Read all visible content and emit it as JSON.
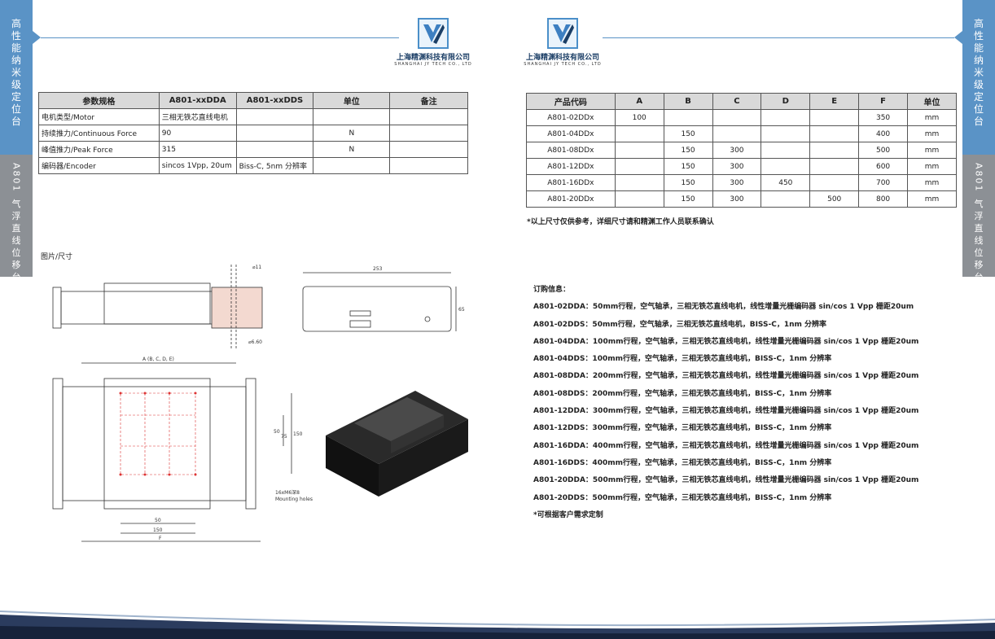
{
  "side_left": {
    "top_label": [
      "高",
      "性",
      "能",
      "纳",
      "米",
      "级",
      "定",
      "位",
      "台"
    ],
    "model": "A801",
    "name": [
      "气",
      "浮",
      "直",
      "线",
      "位",
      "移",
      "台"
    ]
  },
  "side_right": {
    "top_label": [
      "高",
      "性",
      "能",
      "纳",
      "米",
      "级",
      "定",
      "位",
      "台"
    ],
    "model": "A801",
    "name": [
      "气",
      "浮",
      "直",
      "线",
      "位",
      "移",
      "台"
    ]
  },
  "logo": {
    "cn": "上海精渊科技有限公司",
    "en": "SHANGHAI JY TECH CO., LTD"
  },
  "spec_table": {
    "headers": [
      "参数规格",
      "A801-xxDDA",
      "A801-xxDDS",
      "单位",
      "备注"
    ],
    "rows": [
      {
        "param": "电机类型/Motor",
        "dda": "三相无铁芯直线电机",
        "dds": "",
        "unit": "",
        "note": ""
      },
      {
        "param": "持续推力/Continuous Force",
        "dda": "90",
        "dds": "",
        "unit": "N",
        "note": ""
      },
      {
        "param": "峰值推力/Peak Force",
        "dda": "315",
        "dds": "",
        "unit": "N",
        "note": ""
      },
      {
        "param": "编码器/Encoder",
        "dda": "sincos 1Vpp, 20um",
        "dds": "Biss-C, 5nm 分辨率",
        "unit": "",
        "note": ""
      }
    ]
  },
  "figure_caption": "图片/尺寸",
  "drawing_labels": {
    "d11": "⌀11",
    "d660": "⌀6.60",
    "w253": "253",
    "h65": "65",
    "abcde": "A (B, C, D, E)",
    "l50": "50",
    "l150": "150",
    "lF": "F",
    "v50": "50",
    "v75": "75",
    "v150": "150",
    "holes": "16xM6深8",
    "holes2": "Mounting holes"
  },
  "product_table": {
    "headers": [
      "产品代码",
      "A",
      "B",
      "C",
      "D",
      "E",
      "F",
      "单位"
    ],
    "rows": [
      [
        "A801-02DDx",
        "100",
        "",
        "",
        "",
        "",
        "350",
        "mm"
      ],
      [
        "A801-04DDx",
        "",
        "150",
        "",
        "",
        "",
        "400",
        "mm"
      ],
      [
        "A801-08DDx",
        "",
        "150",
        "300",
        "",
        "",
        "500",
        "mm"
      ],
      [
        "A801-12DDx",
        "",
        "150",
        "300",
        "",
        "",
        "600",
        "mm"
      ],
      [
        "A801-16DDx",
        "",
        "150",
        "300",
        "450",
        "",
        "700",
        "mm"
      ],
      [
        "A801-20DDx",
        "",
        "150",
        "300",
        "",
        "500",
        "800",
        "mm"
      ]
    ],
    "note": "*以上尺寸仅供参考，详细尺寸请和精渊工作人员联系确认"
  },
  "order_info": {
    "title": "订购信息：",
    "lines": [
      "A801-02DDA：50mm行程，空气轴承，三相无铁芯直线电机，线性增量光栅编码器 sin/cos 1 Vpp 栅距20um",
      "A801-02DDS：50mm行程，空气轴承，三相无铁芯直线电机，BISS-C，1nm 分辨率",
      "A801-04DDA：100mm行程，空气轴承，三相无铁芯直线电机，线性增量光栅编码器 sin/cos 1 Vpp 栅距20um",
      "A801-04DDS：100mm行程，空气轴承，三相无铁芯直线电机，BISS-C，1nm 分辨率",
      "A801-08DDA：200mm行程，空气轴承，三相无铁芯直线电机，线性增量光栅编码器 sin/cos 1 Vpp 栅距20um",
      "A801-08DDS：200mm行程，空气轴承，三相无铁芯直线电机，BISS-C，1nm 分辨率",
      "A801-12DDA：300mm行程，空气轴承，三相无铁芯直线电机，线性增量光栅编码器 sin/cos 1 Vpp 栅距20um",
      "A801-12DDS：300mm行程，空气轴承，三相无铁芯直线电机，BISS-C，1nm 分辨率",
      "A801-16DDA：400mm行程，空气轴承，三相无铁芯直线电机，线性增量光栅编码器 sin/cos 1 Vpp 栅距20um",
      "A801-16DDS：400mm行程，空气轴承，三相无铁芯直线电机，BISS-C，1nm 分辨率",
      "A801-20DDA：500mm行程，空气轴承，三相无铁芯直线电机，线性增量光栅编码器 sin/cos 1 Vpp 栅距20um",
      "A801-20DDS：500mm行程，空气轴承，三相无铁芯直线电机，BISS-C，1nm 分辨率"
    ],
    "footer": "*可根据客户需求定制"
  },
  "colors": {
    "accent": "#5a93c6",
    "gray_tab": "#8c9095",
    "header_bg": "#d9d9d9",
    "dark_band": "#1d2a44"
  }
}
